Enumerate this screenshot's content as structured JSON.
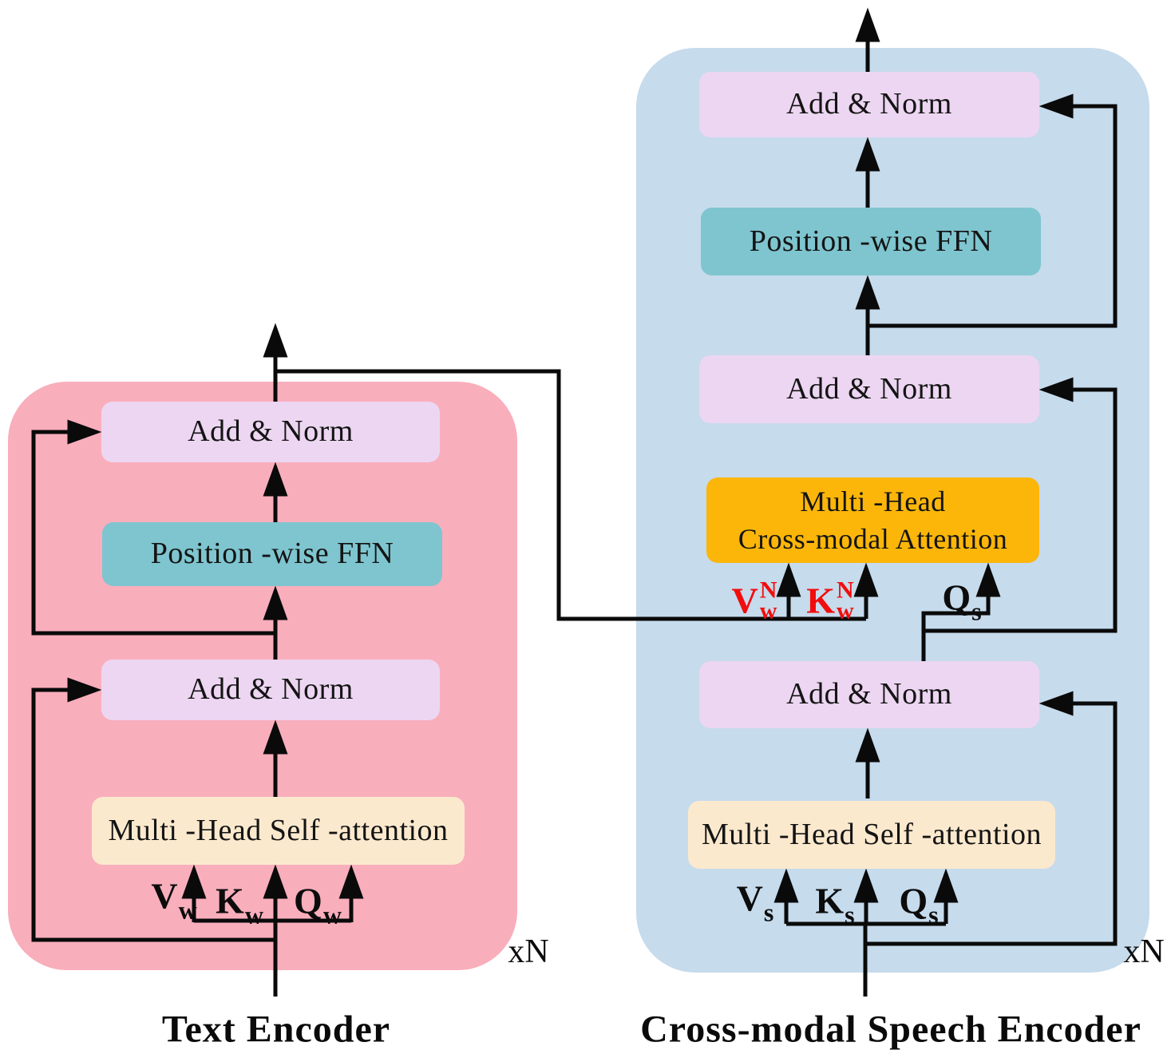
{
  "colors": {
    "panel_pink": "#F9AEBC",
    "panel_blue": "#C6DBEC",
    "box_lavender": "#EDD6F2",
    "box_teal": "#7EC5CF",
    "box_orange": "#FBB609",
    "box_cream": "#FBE9CE",
    "label_red": "#F20D0D",
    "wire_black": "#0a0a0a"
  },
  "text_encoder": {
    "title": "Text Encoder",
    "repeat_label": "xN",
    "boxes": {
      "add_norm_top": "Add & Norm",
      "ffn": "Position -wise FFN",
      "add_norm_bottom": "Add & Norm",
      "self_attention": "Multi -Head Self -attention"
    },
    "inputs": {
      "v": {
        "base": "V",
        "sub": "w"
      },
      "k": {
        "base": "K",
        "sub": "w"
      },
      "q": {
        "base": "Q",
        "sub": "w"
      }
    }
  },
  "speech_encoder": {
    "title": "Cross-modal Speech Encoder",
    "repeat_label": "xN",
    "boxes": {
      "add_norm_top": "Add & Norm",
      "ffn": "Position -wise FFN",
      "add_norm_mid": "Add & Norm",
      "cross_attention_line1": "Multi -Head",
      "cross_attention_line2": "Cross-modal Attention",
      "add_norm_bottom": "Add & Norm",
      "self_attention": "Multi -Head Self -attention"
    },
    "cross_inputs": {
      "v": {
        "base": "V",
        "sup": "N",
        "sub": "w"
      },
      "k": {
        "base": "K",
        "sup": "N",
        "sub": "w"
      },
      "q": {
        "base": "Q",
        "sub": "s"
      }
    },
    "inputs": {
      "v": {
        "base": "V",
        "sub": "s"
      },
      "k": {
        "base": "K",
        "sub": "s"
      },
      "q": {
        "base": "Q",
        "sub": "s"
      }
    }
  }
}
